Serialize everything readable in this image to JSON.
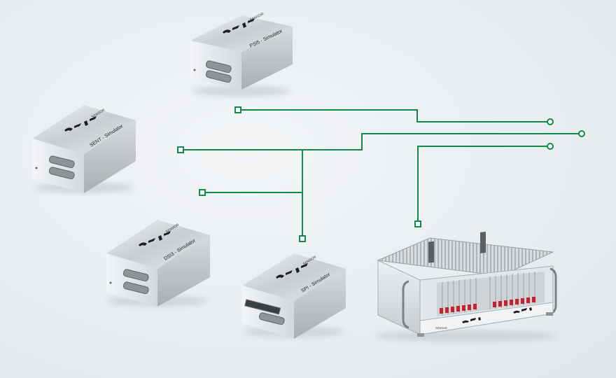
{
  "devices": [
    {
      "id": "psi5",
      "label": "PSI5 - Simulator",
      "brand": "SENSOR",
      "logo": "sensor-logo"
    },
    {
      "id": "sent",
      "label": "SENT - Simulator",
      "brand": "SENSOR",
      "logo": "sensor-logo"
    },
    {
      "id": "dsi3",
      "label": "DSI3 - Simulator",
      "brand": "SENSOR",
      "logo": "sensor-logo"
    },
    {
      "id": "spi",
      "label": "SPI - Simulator",
      "brand": "SENSOR",
      "logo": "sensor-logo"
    }
  ],
  "rack": {
    "brand": "SENSOR",
    "logo": "sensor-logo"
  },
  "colors": {
    "line": "#0f8a4a",
    "background": "#eceff2",
    "metal_top": "#c9ced3",
    "metal_side": "#9ea4aa"
  }
}
